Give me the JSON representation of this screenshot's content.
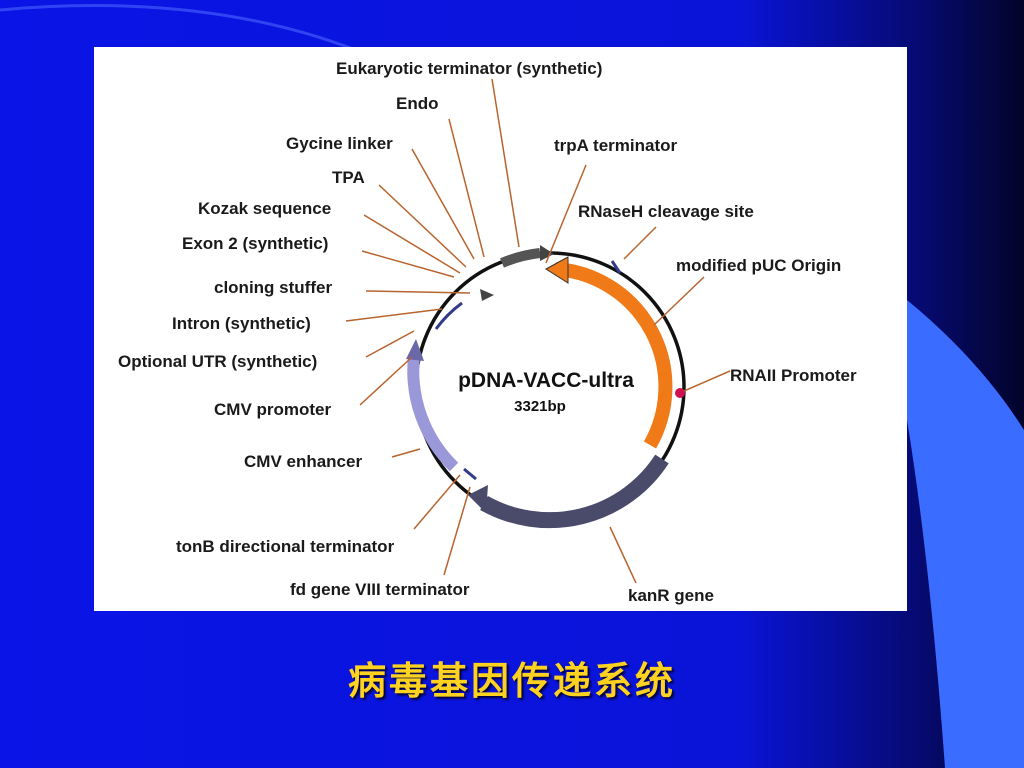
{
  "slide": {
    "title": "病毒基因传递系统",
    "colors": {
      "background": "#0a14e6",
      "title": "#ffd21f",
      "accent_curve": "#3a6cff"
    }
  },
  "diagram": {
    "plasmid_name": "pDNA-VACC-ultra",
    "plasmid_size": "3321bp",
    "labels": {
      "eukaryotic_terminator": "Eukaryotic terminator (synthetic)",
      "endo": "Endo",
      "gycine_linker": "Gycine linker",
      "tpa": "TPA",
      "kozak": "Kozak sequence",
      "exon2": "Exon 2 (synthetic)",
      "cloning_stuffer": "cloning stuffer",
      "intron": "Intron (synthetic)",
      "optional_utr": "Optional UTR (synthetic)",
      "cmv_promoter": "CMV promoter",
      "cmv_enhancer": "CMV enhancer",
      "tonb_terminator": "tonB directional terminator",
      "fd_terminator": "fd gene VIII terminator",
      "trpa_terminator": "trpA terminator",
      "rnaseh_site": "RNaseH cleavage site",
      "puc_origin": "modified pUC Origin",
      "rnaii_promoter": "RNAII Promoter",
      "kanr_gene": "kanR gene"
    },
    "feature_colors": {
      "puc_origin": "#f07a18",
      "kanr_gene": "#4a4a6a",
      "cmv": "#9a98d8",
      "backbone": "#111111",
      "leader_lines": "#b8642e"
    }
  }
}
